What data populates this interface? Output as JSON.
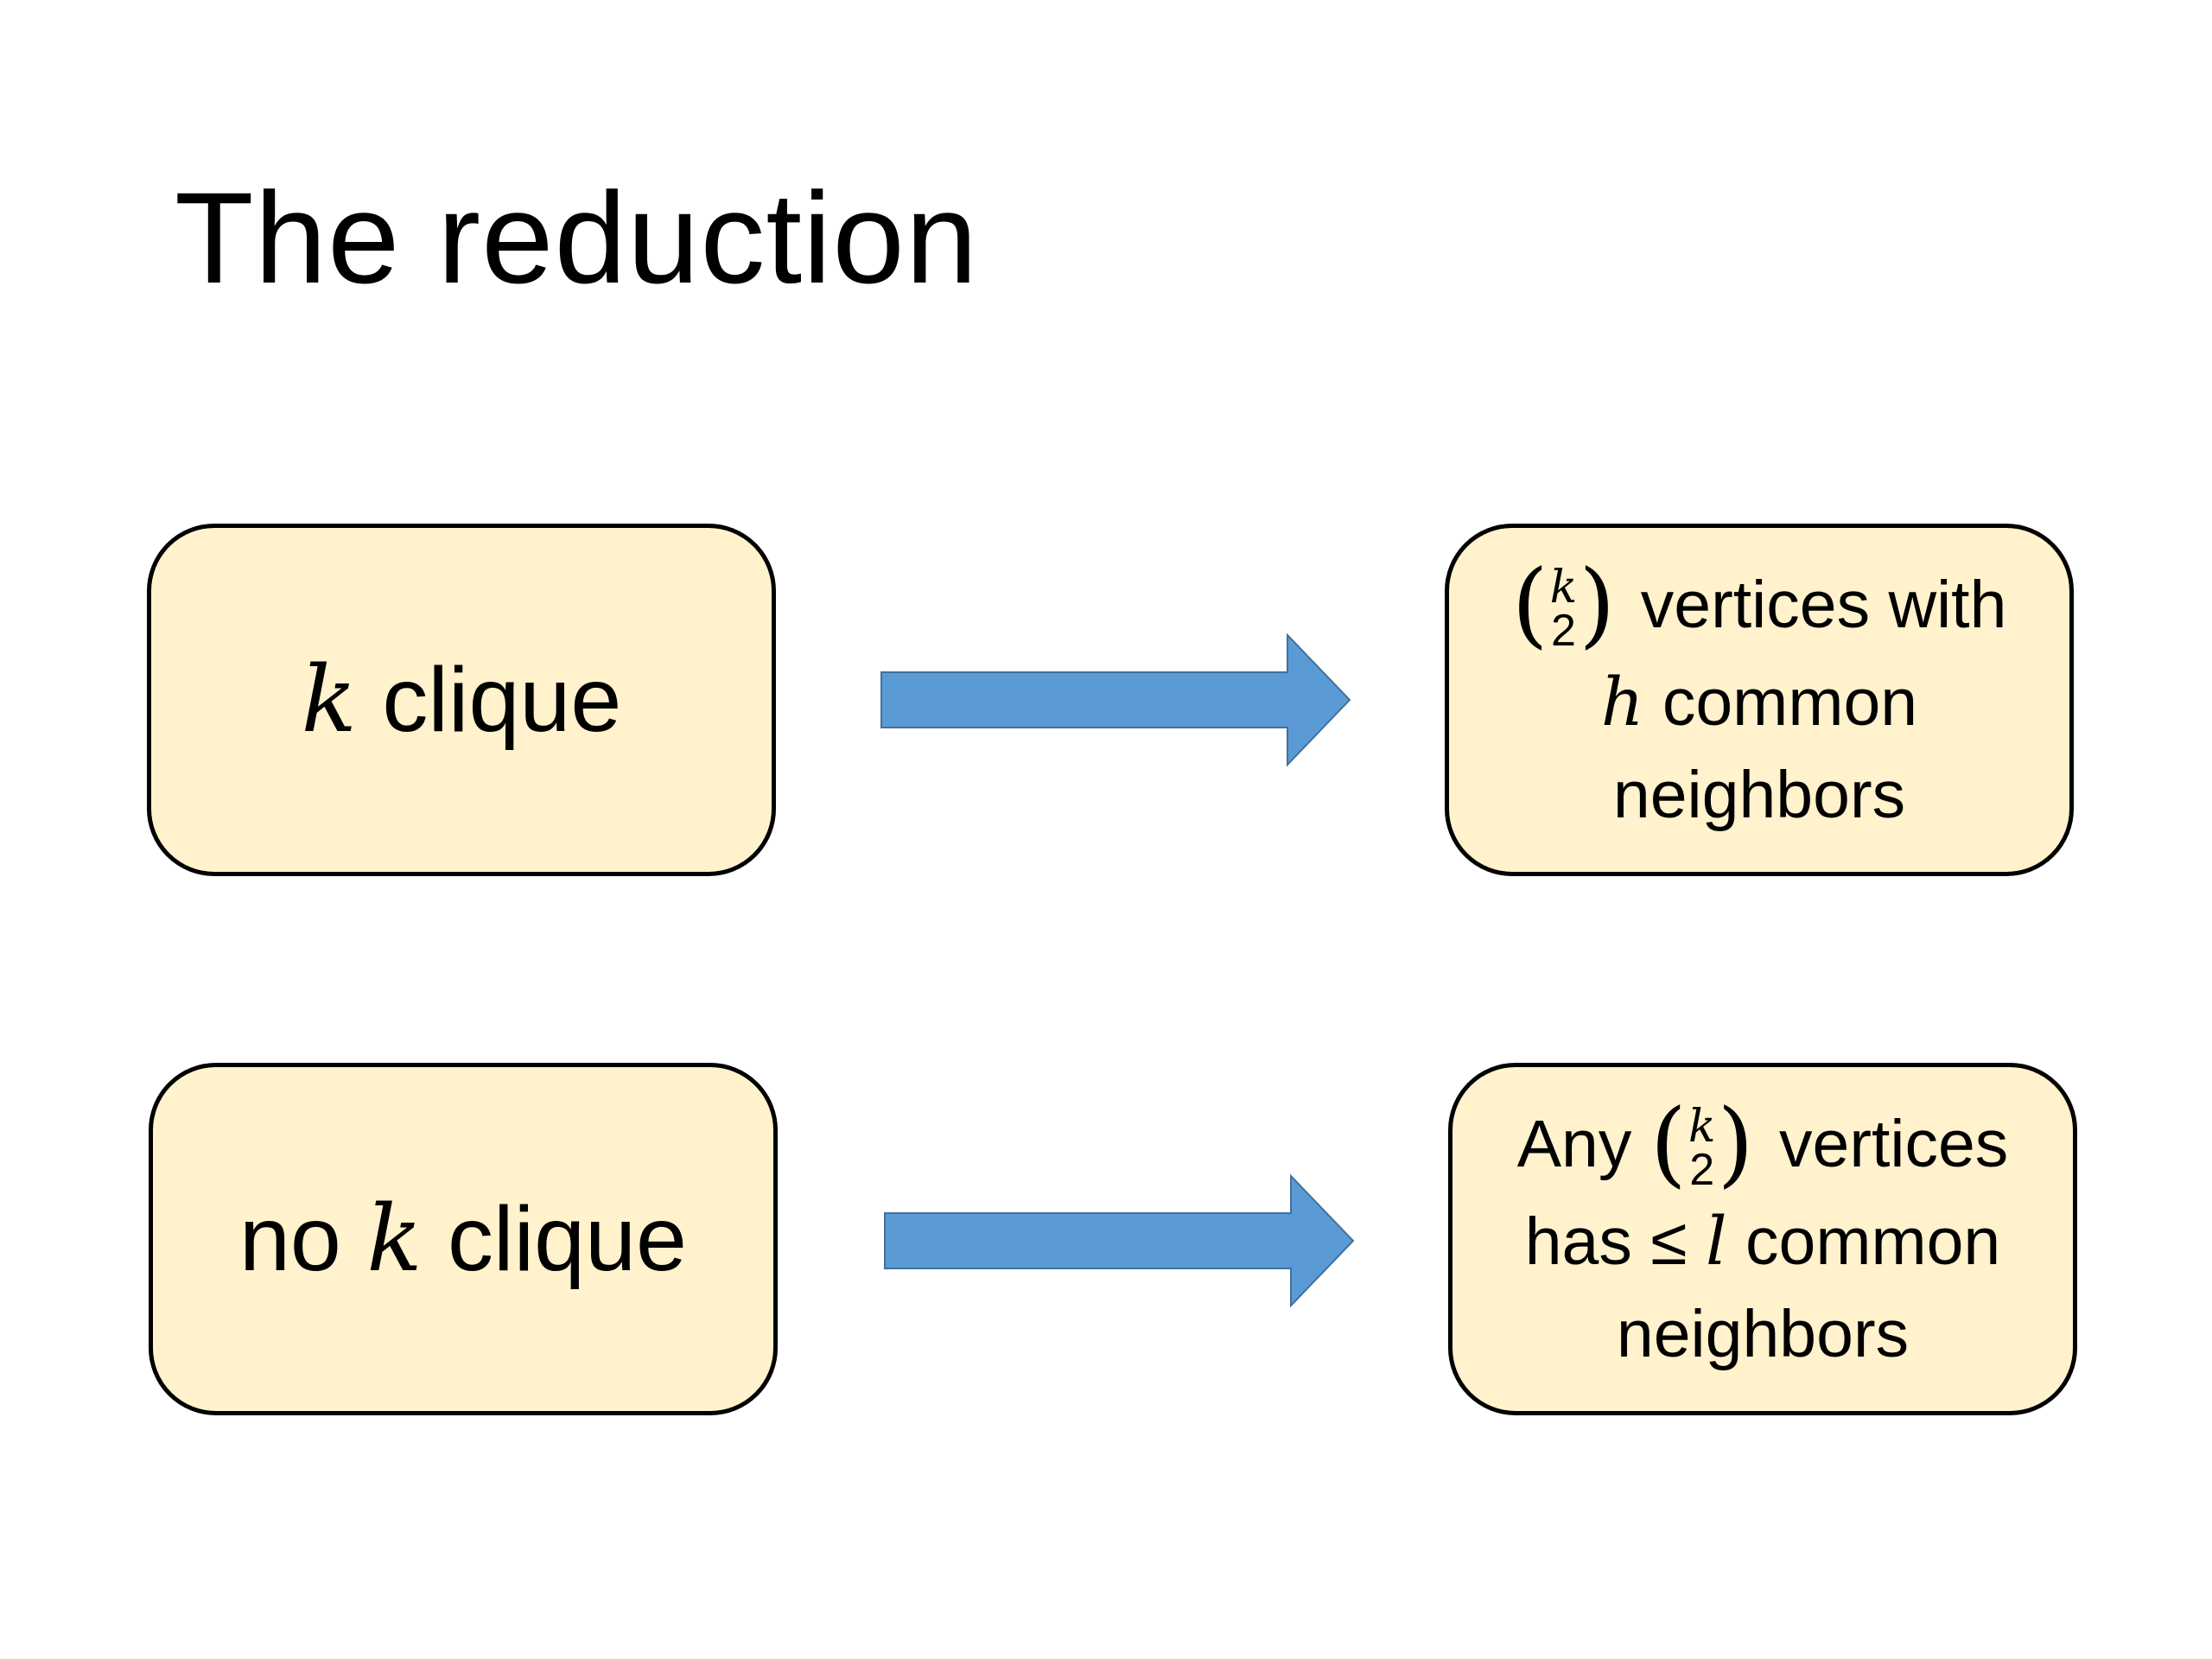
{
  "slide": {
    "title": "The reduction"
  },
  "boxes": {
    "k_clique": {
      "var": "k",
      "label": "clique"
    },
    "no_k_clique": {
      "prefix": "no",
      "var": "k",
      "label": "clique"
    },
    "result_yes": {
      "binom_top": "k",
      "binom_bottom": "2",
      "line1_text": "vertices with",
      "line2_var": "h",
      "line2_text": "common",
      "line3_text": "neighbors"
    },
    "result_no": {
      "line1_prefix": "Any",
      "binom_top": "k",
      "binom_bottom": "2",
      "line1_text": "vertices",
      "line2_prefix": "has",
      "line2_op": "≤",
      "line2_var": "l",
      "line2_text": "common",
      "line3_text": "neighbors"
    }
  },
  "colors": {
    "box_fill": "#fff2cc",
    "box_border": "#000000",
    "arrow_fill": "#5b9bd5",
    "arrow_stroke": "#41719c"
  }
}
